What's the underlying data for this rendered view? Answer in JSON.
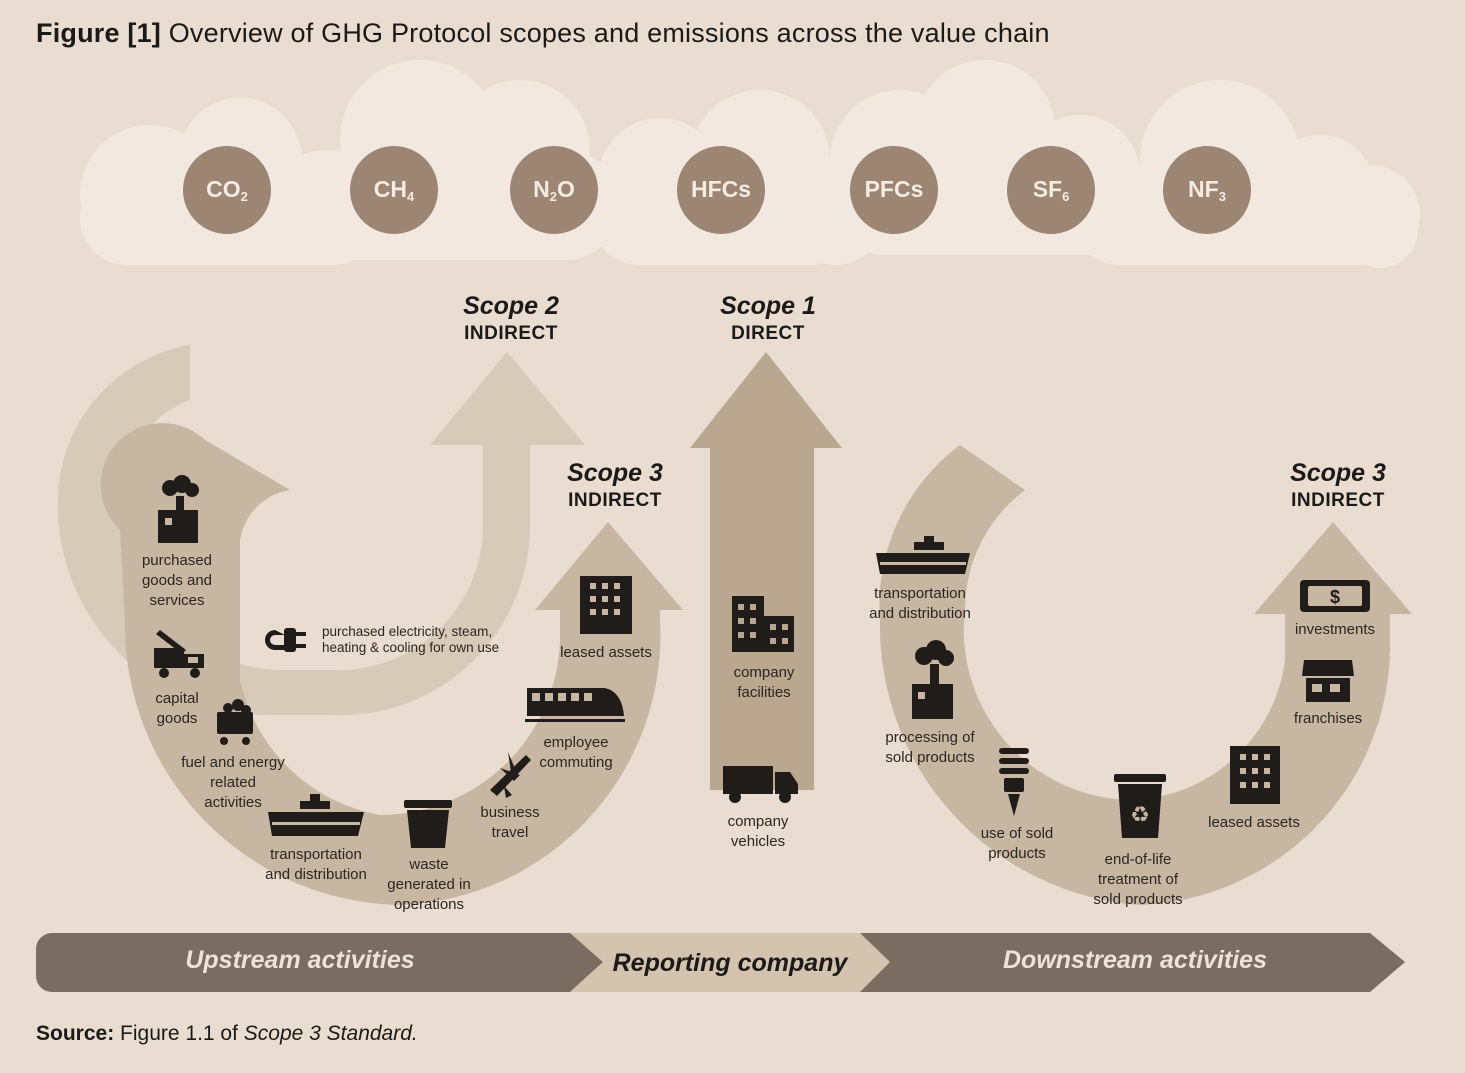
{
  "figure": {
    "number": "Figure [1]",
    "title": "Overview of GHG Protocol scopes and emissions across the value chain"
  },
  "gases": [
    {
      "base": "CO",
      "sub": "2"
    },
    {
      "base": "CH",
      "sub": "4"
    },
    {
      "base": "N",
      "sub": "2",
      "tail": "O"
    },
    {
      "base": "HFCs",
      "sub": ""
    },
    {
      "base": "PFCs",
      "sub": ""
    },
    {
      "base": "SF",
      "sub": "6"
    },
    {
      "base": "NF",
      "sub": "3"
    }
  ],
  "scopes": {
    "scope2": {
      "name": "Scope 2",
      "kind": "INDIRECT"
    },
    "scope1": {
      "name": "Scope 1",
      "kind": "DIRECT"
    },
    "scope3_up": {
      "name": "Scope 3",
      "kind": "INDIRECT"
    },
    "scope3_down": {
      "name": "Scope 3",
      "kind": "INDIRECT"
    }
  },
  "upstream_items": {
    "purchased_goods": "purchased goods and services",
    "capital_goods": "capital goods",
    "fuel_energy": "fuel and energy related activities",
    "transport": "transportation and distribution",
    "waste": "waste generated in operations",
    "business_travel": "business travel",
    "employee_commuting": "employee commuting",
    "leased_assets": "leased assets",
    "electricity": "purchased electricity, steam, heating & cooling for own use"
  },
  "company_items": {
    "facilities": "company facilities",
    "vehicles": "company vehicles"
  },
  "downstream_items": {
    "transport": "transportation and distribution",
    "processing": "processing of sold products",
    "use": "use of sold products",
    "end_of_life": "end-of-life treatment of sold products",
    "leased_assets": "leased assets",
    "franchises": "franchises",
    "investments": "investments"
  },
  "bands": {
    "upstream": "Upstream activities",
    "company": "Reporting company",
    "downstream": "Downstream activities"
  },
  "source": {
    "prefix": "Source:",
    "text": "Figure 1.1 of",
    "work": "Scope 3 Standard."
  },
  "colors": {
    "background": "#e8ddd0",
    "cloud": "#f1e9df",
    "gas_circle": "#9c8572",
    "arrow_light": "#cbbba8",
    "arrow_mid": "#b7a48e",
    "band_dark": "#7a6c60",
    "band_light": "#d4c3ae"
  }
}
